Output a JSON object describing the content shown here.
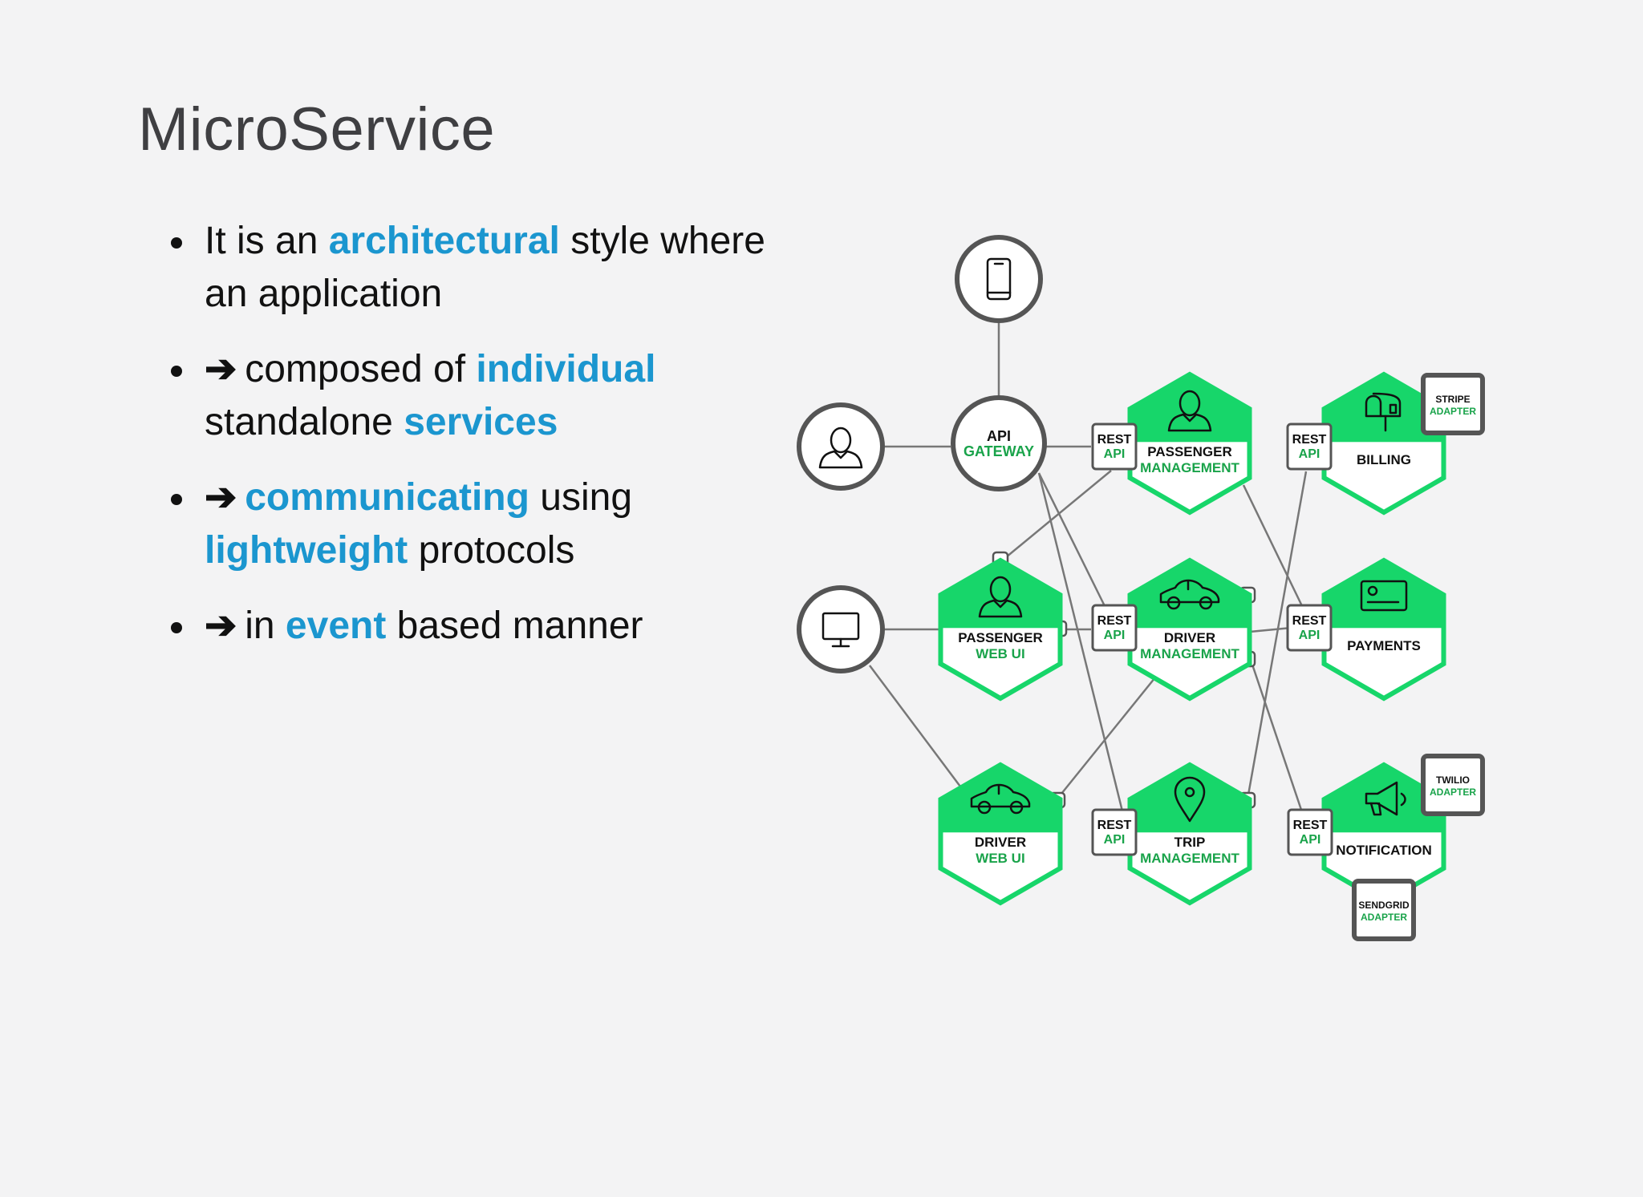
{
  "title": "MicroService",
  "bullets": [
    {
      "parts": [
        {
          "text": "It is an ",
          "hl": false
        },
        {
          "text": "architectural",
          "hl": true
        },
        {
          "text": " style where an application",
          "hl": false
        }
      ]
    },
    {
      "arrow": "➔",
      "parts": [
        {
          "text": "composed of ",
          "hl": false
        },
        {
          "text": "individual",
          "hl": true
        },
        {
          "text": " standalone ",
          "hl": false
        },
        {
          "text": "services",
          "hl": true
        }
      ]
    },
    {
      "arrow": "➔",
      "parts": [
        {
          "text": "communicating",
          "hl": true
        },
        {
          "text": " using ",
          "hl": false
        },
        {
          "text": "lightweight",
          "hl": true
        },
        {
          "text": " protocols",
          "hl": false
        }
      ]
    },
    {
      "arrow": "➔",
      "parts": [
        {
          "text": "in ",
          "hl": false
        },
        {
          "text": "event",
          "hl": true
        },
        {
          "text": " based manner",
          "hl": false
        }
      ]
    }
  ],
  "colors": {
    "accent_blue": "#1b96cf",
    "service_green": "#17d66a",
    "label_green": "#19a34a",
    "outline_gray": "#555555"
  },
  "diagram": {
    "clients": [
      {
        "id": "mobile",
        "icon": "mobile-phone-icon"
      },
      {
        "id": "user",
        "icon": "user-icon"
      },
      {
        "id": "desktop",
        "icon": "monitor-icon"
      }
    ],
    "gateway": {
      "line1": "API",
      "line2": "GATEWAY"
    },
    "services": [
      {
        "id": "passenger-management",
        "line1": "PASSENGER",
        "line2": "MANAGEMENT",
        "icon": "person-icon"
      },
      {
        "id": "billing",
        "line1": "BILLING",
        "line2": "",
        "icon": "mailbox-icon"
      },
      {
        "id": "passenger-web-ui",
        "line1": "PASSENGER",
        "line2": "WEB UI",
        "icon": "person-icon"
      },
      {
        "id": "driver-management",
        "line1": "DRIVER",
        "line2": "MANAGEMENT",
        "icon": "car-icon"
      },
      {
        "id": "payments",
        "line1": "PAYMENTS",
        "line2": "",
        "icon": "credit-card-icon"
      },
      {
        "id": "driver-web-ui",
        "line1": "DRIVER",
        "line2": "WEB UI",
        "icon": "car-icon"
      },
      {
        "id": "trip-management",
        "line1": "TRIP",
        "line2": "MANAGEMENT",
        "icon": "map-pin-icon"
      },
      {
        "id": "notification",
        "line1": "NOTIFICATION",
        "line2": "",
        "icon": "megaphone-icon"
      }
    ],
    "rest_api": {
      "line1": "REST",
      "line2": "API"
    },
    "adapters": [
      {
        "id": "stripe",
        "line1": "STRIPE",
        "line2": "ADAPTER"
      },
      {
        "id": "twilio",
        "line1": "TWILIO",
        "line2": "ADAPTER"
      },
      {
        "id": "sendgrid",
        "line1": "SENDGRID",
        "line2": "ADAPTER"
      }
    ]
  }
}
